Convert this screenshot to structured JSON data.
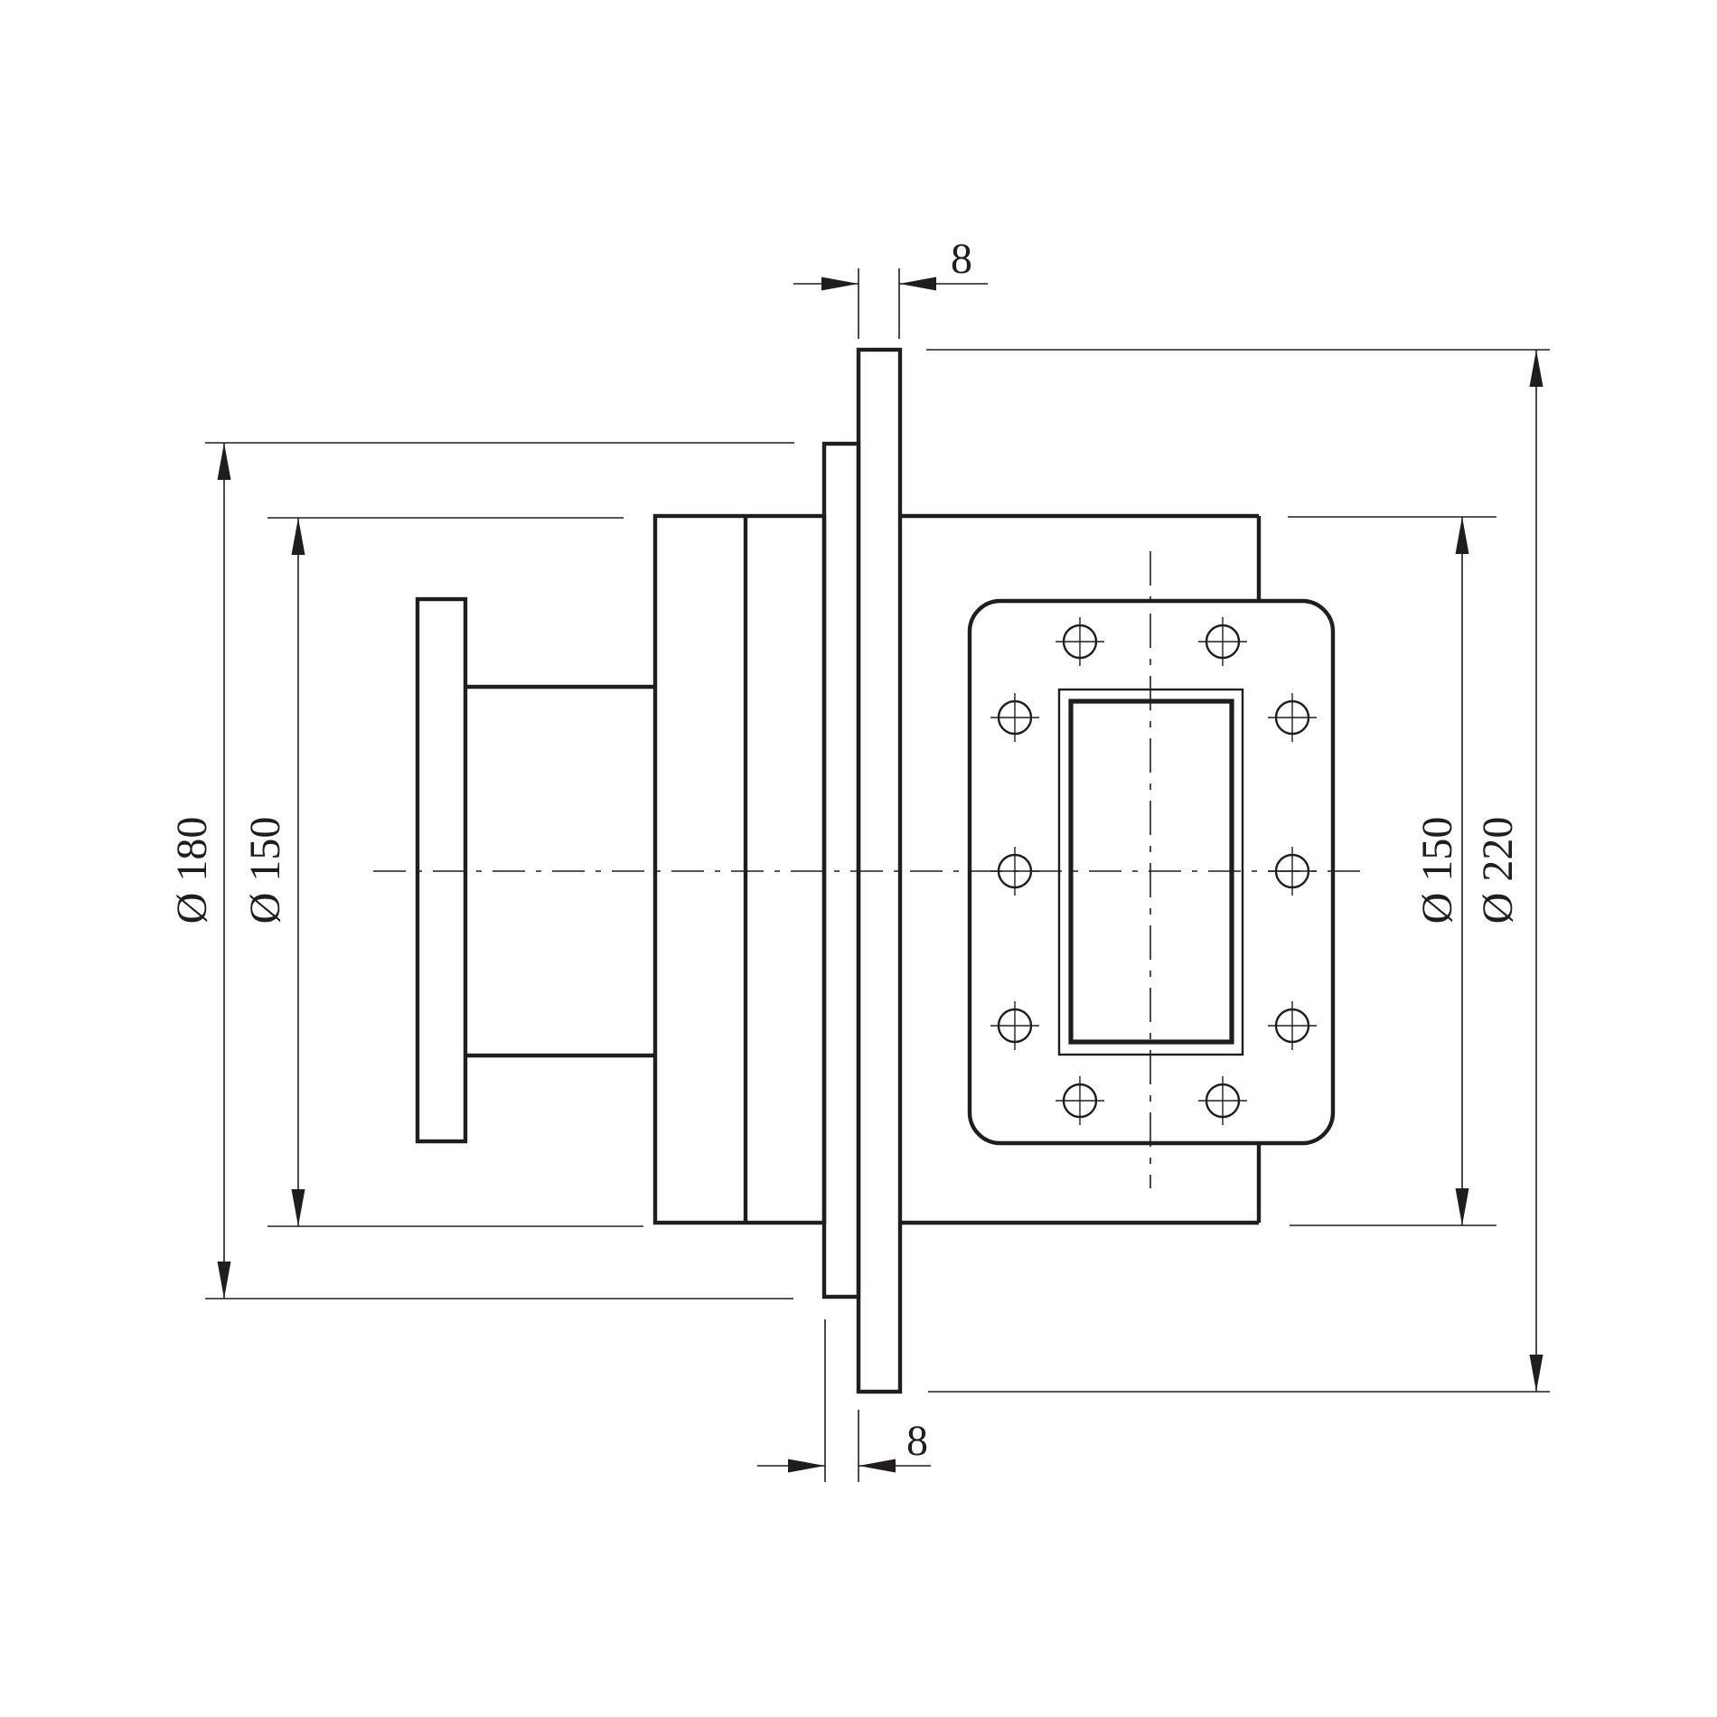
{
  "page": {
    "background": "#ffffff"
  },
  "drawing": {
    "line_color": "#211d1e",
    "dimensions": {
      "outer_diameter_left": {
        "label": "Ø 180"
      },
      "inner_diameter_left": {
        "label": "Ø 150"
      },
      "inner_diameter_right": {
        "label": "Ø 150"
      },
      "outer_diameter_right": {
        "label": "Ø 220"
      },
      "plate_thickness_top": {
        "label": "8"
      },
      "plate_thickness_bottom": {
        "label": "8"
      }
    },
    "flange": {
      "bolt_hole_count": 10
    }
  }
}
